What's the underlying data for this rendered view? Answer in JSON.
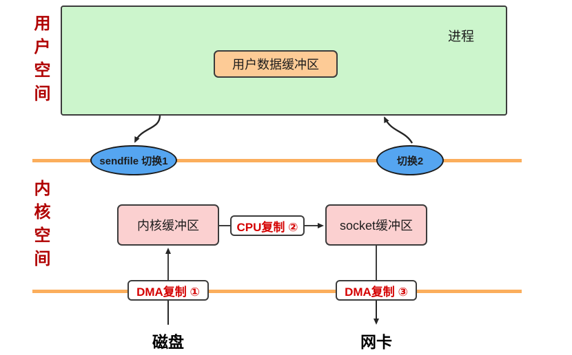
{
  "diagram": {
    "title": "sendfile zero-copy data flow",
    "colors": {
      "user_space_fill": "#ccf5cc",
      "user_buffer_fill": "#fdcb96",
      "kernel_buffer_fill": "#fbd0d0",
      "switch_ellipse_fill": "#55a5f0",
      "boundary_line": "#fbae5c",
      "side_label_text": "#b00000",
      "copy_label_text": "#d40000",
      "stroke": "#3b3b3b"
    },
    "side_labels": {
      "user_space": "用 户 空 间",
      "kernel_space": "内 核 空 间"
    },
    "user_space": {
      "process_label": "进程",
      "user_buffer_label": "用户数据缓冲区"
    },
    "switches": {
      "switch1_label": "sendfile 切换1",
      "switch2_label": "切换2"
    },
    "kernel_space": {
      "kernel_buffer_label": "内核缓冲区",
      "socket_buffer_label": "socket缓冲区",
      "cpu_copy_label": "CPU复制 ②"
    },
    "copies": {
      "dma_copy_1_label": "DMA复制 ①",
      "dma_copy_3_label": "DMA复制 ③"
    },
    "devices": {
      "disk_label": "磁盘",
      "nic_label": "网卡"
    }
  }
}
